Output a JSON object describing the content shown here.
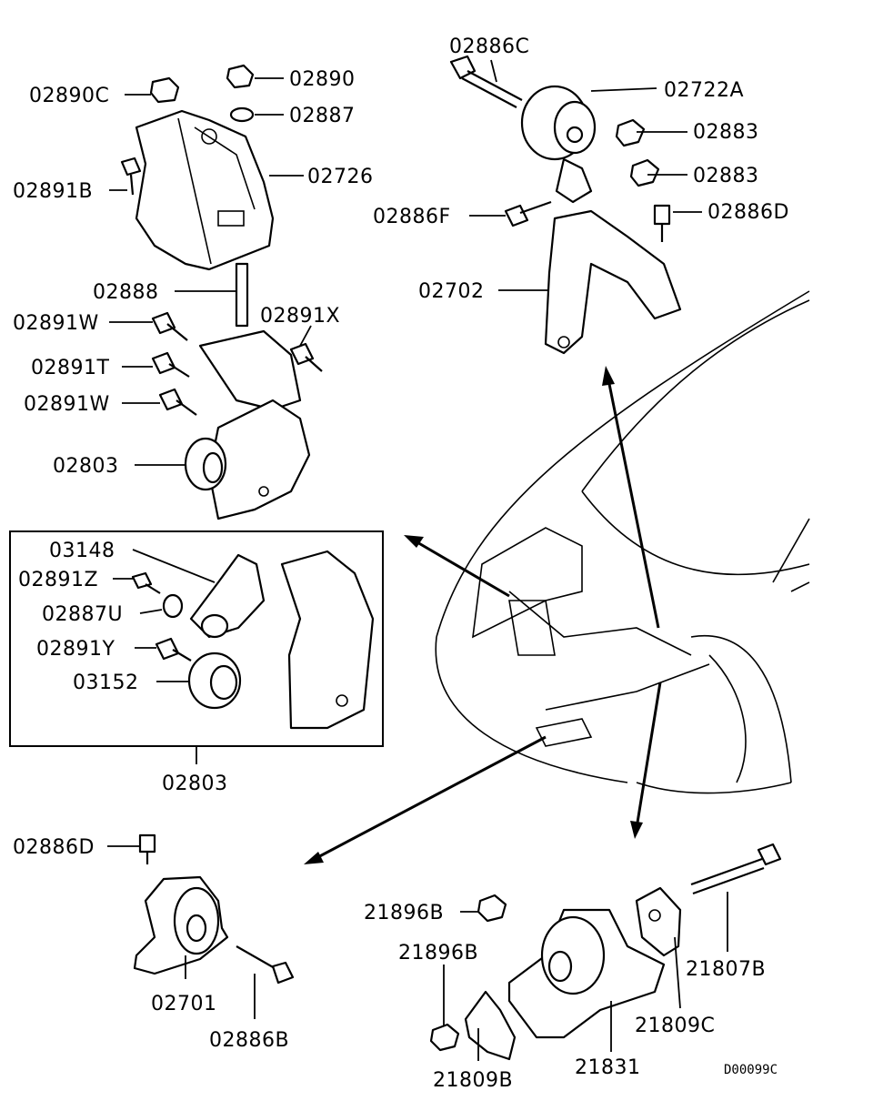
{
  "labels": {
    "p02886C_top": "02886C",
    "p02722A": "02722A",
    "p02883_a": "02883",
    "p02883_b": "02883",
    "p02886F": "02886F",
    "p02886D_top": "02886D",
    "p02702": "02702",
    "p02890C": "02890C",
    "p02890": "02890",
    "p02887": "02887",
    "p02726": "02726",
    "p02891B": "02891B",
    "p02888": "02888",
    "p02891W_a": "02891W",
    "p02891X": "02891X",
    "p02891T": "02891T",
    "p02891W_b": "02891W",
    "p02803_main": "02803",
    "p03148": "03148",
    "p02891Z": "02891Z",
    "p02887U": "02887U",
    "p02891Y": "02891Y",
    "p03152": "03152",
    "p02803_box": "02803",
    "p02886D_bottom": "02886D",
    "p02701": "02701",
    "p02886B": "02886B",
    "p21896B_a": "21896B",
    "p21896B_b": "21896B",
    "p21807B": "21807B",
    "p21809C": "21809C",
    "p21831": "21831",
    "p21809B": "21809B",
    "code": "D00099C"
  }
}
